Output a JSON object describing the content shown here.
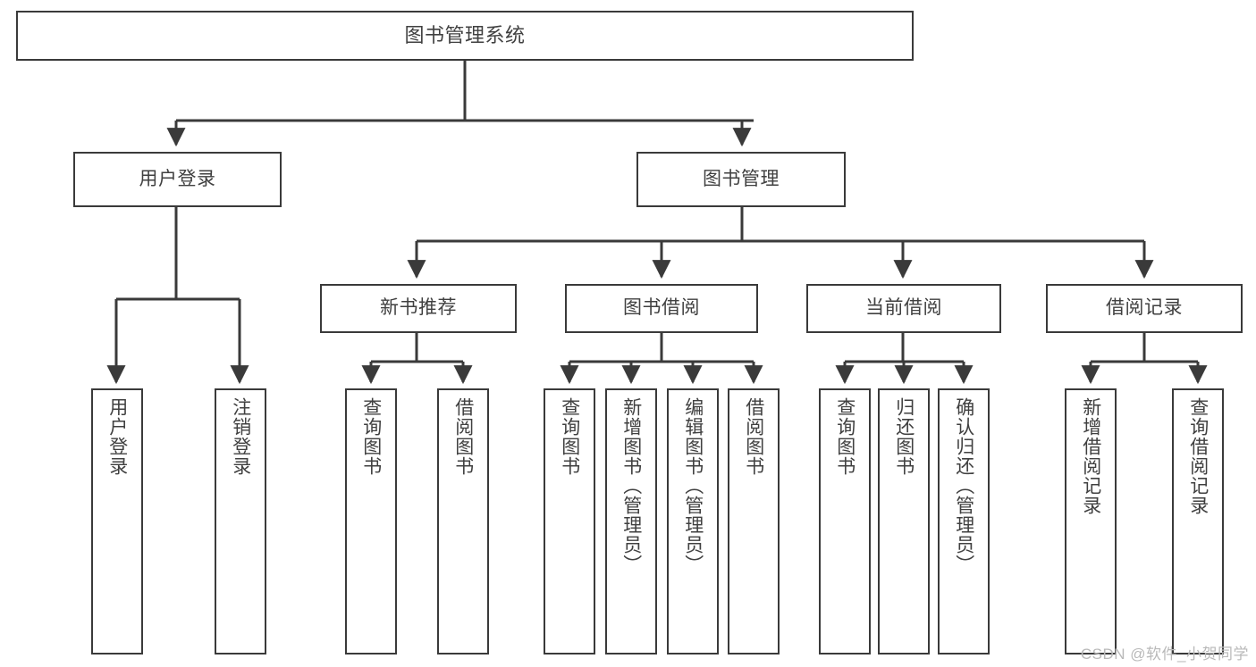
{
  "diagram": {
    "title": "图书管理系统",
    "type": "tree-hierarchy",
    "root": {
      "label": "图书管理系统"
    },
    "level2": [
      {
        "label": "用户登录"
      },
      {
        "label": "图书管理"
      }
    ],
    "level3": [
      {
        "label": "新书推荐"
      },
      {
        "label": "图书借阅"
      },
      {
        "label": "当前借阅"
      },
      {
        "label": "借阅记录"
      }
    ],
    "leaves": {
      "user_login": [
        {
          "label": "用户登录"
        },
        {
          "label": "注销登录"
        }
      ],
      "new_book_recommend": [
        {
          "label": "查询图书"
        },
        {
          "label": "借阅图书"
        }
      ],
      "book_borrow": [
        {
          "label": "查询图书"
        },
        {
          "label": "新增图书（管理员）"
        },
        {
          "label": "编辑图书（管理员）"
        },
        {
          "label": "借阅图书"
        }
      ],
      "current_borrow": [
        {
          "label": "查询图书"
        },
        {
          "label": "归还图书"
        },
        {
          "label": "确认归还（管理员）"
        }
      ],
      "borrow_record": [
        {
          "label": "新增借阅记录"
        },
        {
          "label": "查询借阅记录"
        }
      ]
    }
  },
  "watermark": {
    "text": "CSDN @软件_小贺同学"
  },
  "colors": {
    "border": "#3a3a3a",
    "text": "#404040",
    "background": "#ffffff",
    "watermark": "#b9b9b9"
  }
}
